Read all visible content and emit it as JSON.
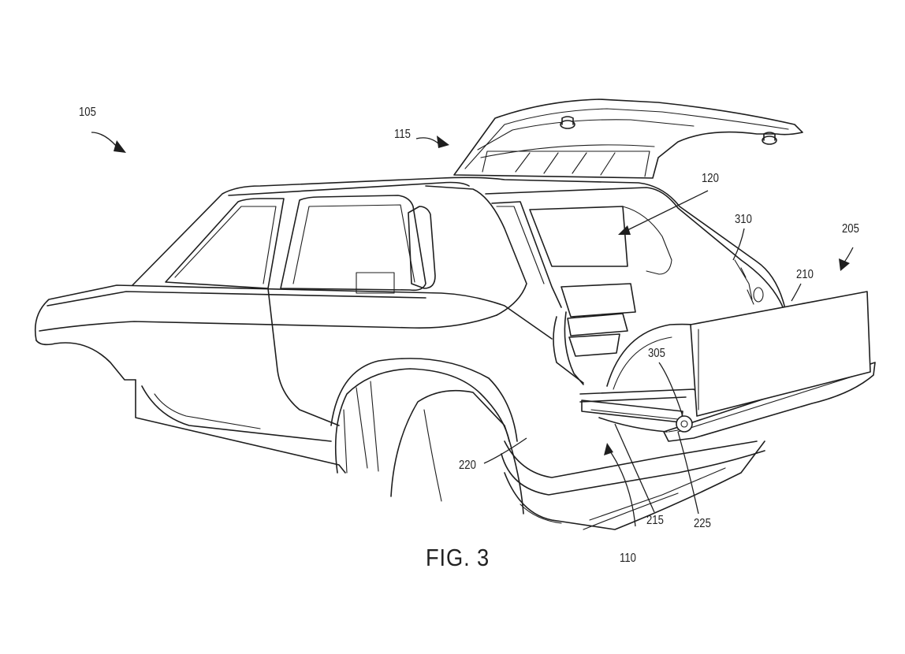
{
  "figure": {
    "label": "FIG. 3",
    "stroke_color": "#1e1e1e",
    "background": "#ffffff"
  },
  "reference_numerals": {
    "vehicle": "105",
    "tailgate_assembly": "110",
    "liftgate": "115",
    "cargo_area": "120",
    "display_assembly": "205",
    "display_panel": "210",
    "slide_rail": "215",
    "bumper_edge": "220",
    "pivot_hinge": "225",
    "hinge_arm": "305",
    "latch": "310"
  }
}
